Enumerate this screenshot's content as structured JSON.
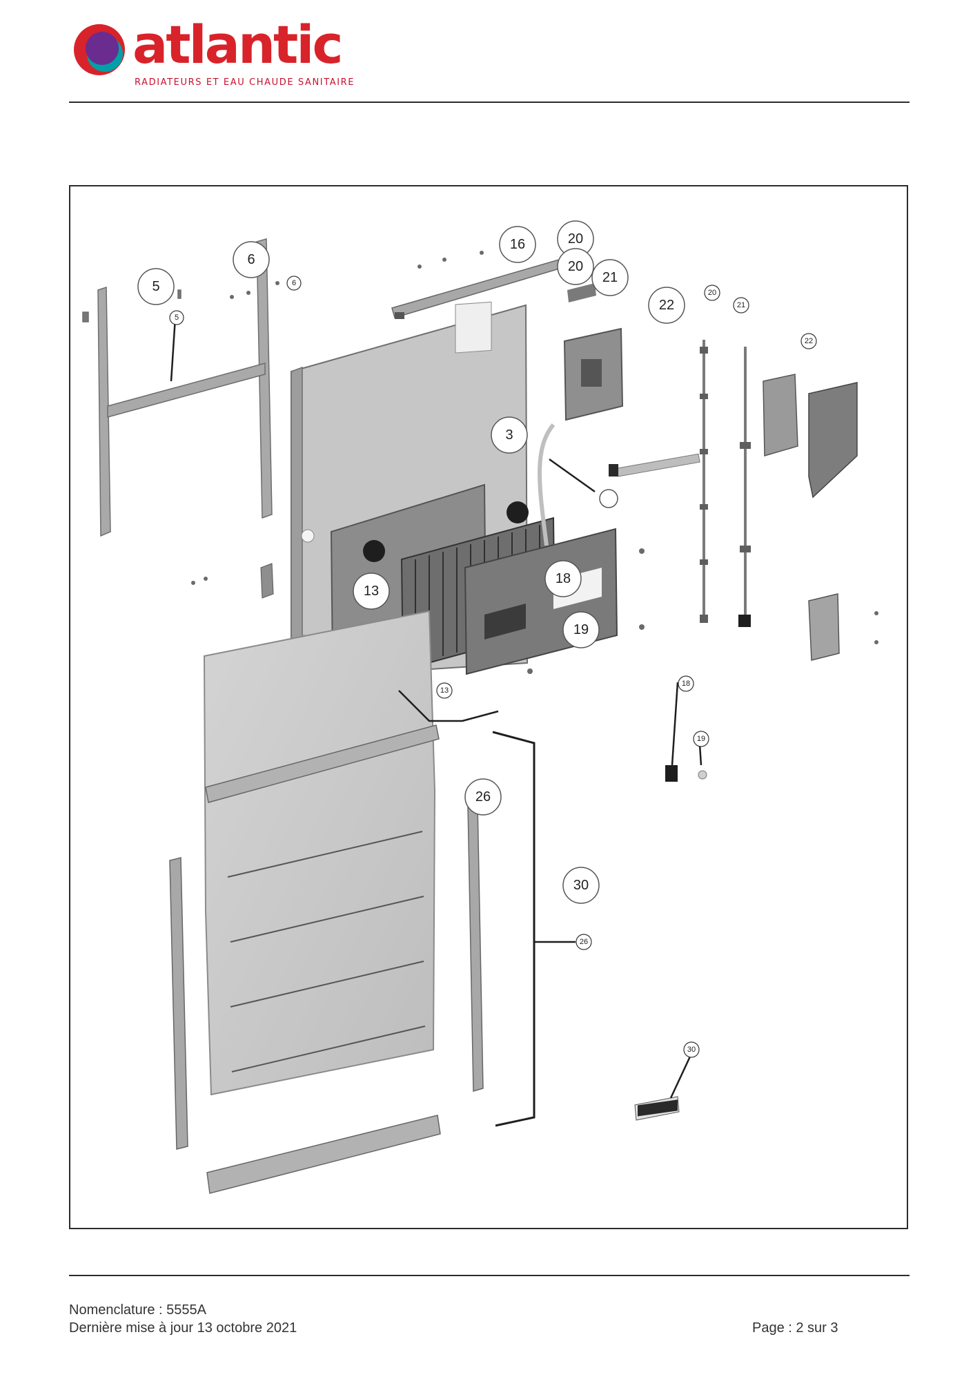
{
  "brand": {
    "name": "atlantic",
    "tagline": "RADIATEURS ET EAU CHAUDE SANITAIRE",
    "colors": {
      "red": "#d8232a",
      "purple": "#6a2c8e",
      "teal": "#00a0a8"
    }
  },
  "diagram": {
    "callouts": {
      "c5": "5",
      "c6": "6",
      "c16": "16",
      "c20a": "20",
      "c20b": "20",
      "c21": "21",
      "c22": "22",
      "c3": "3",
      "c13": "13",
      "c18": "18",
      "c19": "19",
      "c26": "26",
      "c30": "30",
      "s5": "5",
      "s6": "6",
      "s20": "20",
      "s21": "21",
      "s22": "22",
      "s13": "13",
      "s18": "18",
      "s19": "19",
      "s26": "26",
      "s30": "30"
    },
    "badge_logo_text": "atlantic"
  },
  "footer": {
    "nomenclature": "Nomenclature : 5555A",
    "updated": "Dernière mise à jour 13 octobre 2021",
    "page": "Page : 2 sur 3"
  }
}
